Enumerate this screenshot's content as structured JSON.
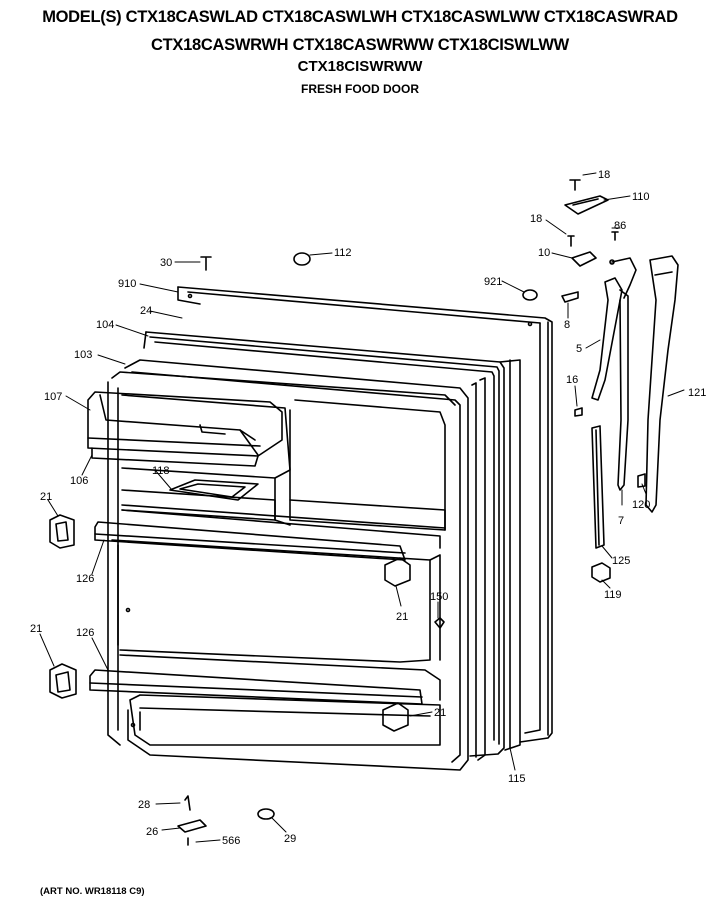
{
  "header": {
    "line1": "MODEL(S) CTX18CASWLAD  CTX18CASWLWH  CTX18CASWLWW  CTX18CASWRAD",
    "line2": "CTX18CASWRWH  CTX18CASWRWW  CTX18CISWLWW",
    "line3": "CTX18CISWRWW",
    "section": "FRESH FOOD DOOR"
  },
  "art_no": "(ART NO. WR18118 C9)",
  "callouts": {
    "c18a": "18",
    "c110": "110",
    "c18b": "18",
    "c86": "86",
    "c10": "10",
    "c30": "30",
    "c112": "112",
    "c910": "910",
    "c921": "921",
    "c24": "24",
    "c8": "8",
    "c104": "104",
    "c5": "5",
    "c103": "103",
    "c121": "121",
    "c16": "16",
    "c107": "107",
    "c118": "118",
    "c106": "106",
    "c21a": "21",
    "c120": "120",
    "c7": "7",
    "c125": "125",
    "c126a": "126",
    "c21b": "21",
    "c119": "119",
    "c150": "150",
    "c21c": "21",
    "c126b": "126",
    "c21d": "21",
    "c115": "115",
    "c28": "28",
    "c26": "26",
    "c566": "566",
    "c29": "29"
  }
}
